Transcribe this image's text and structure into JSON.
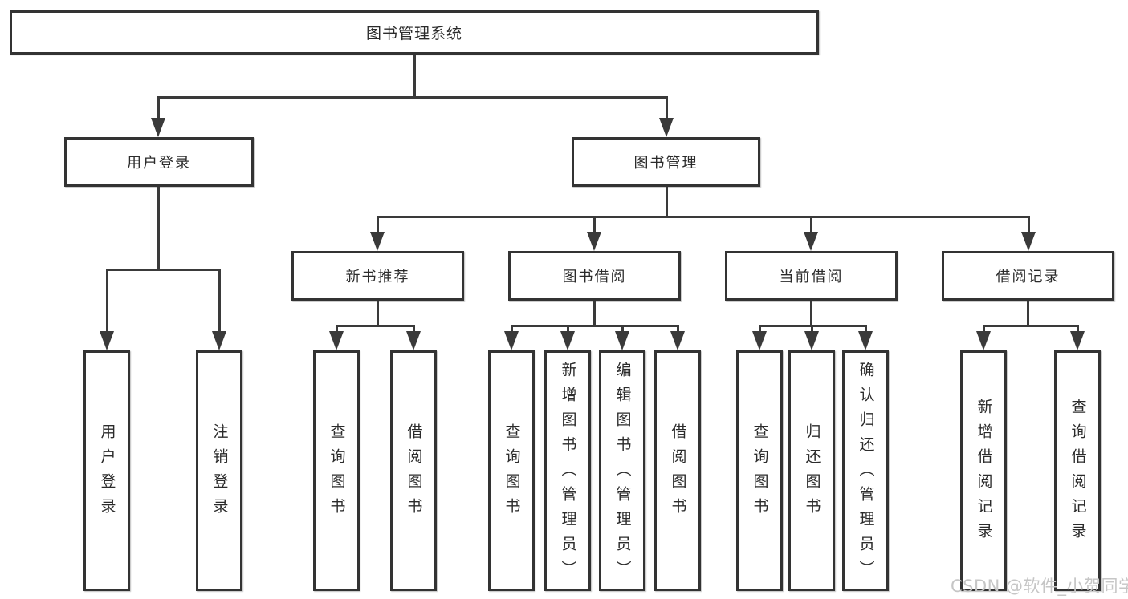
{
  "diagram": {
    "root": "图书管理系统",
    "branches": [
      {
        "label": "用户登录",
        "leaves": [
          "用户登录",
          "注销登录"
        ]
      },
      {
        "label": "图书管理",
        "groups": [
          {
            "label": "新书推荐",
            "leaves": [
              "查询图书",
              "借阅图书"
            ]
          },
          {
            "label": "图书借阅",
            "leaves": [
              "查询图书",
              "新增图书（管理员）",
              "编辑图书（管理员）",
              "借阅图书"
            ]
          },
          {
            "label": "当前借阅",
            "leaves": [
              "查询图书",
              "归还图书",
              "确认归还（管理员）"
            ]
          },
          {
            "label": "借阅记录",
            "leaves": [
              "新增借阅记录",
              "查询借阅记录"
            ]
          }
        ]
      }
    ]
  },
  "watermark": {
    "text": "CSDN @软件_小贺同学"
  },
  "colors": {
    "line": "#3a3a3a",
    "border": "#333333",
    "text": "#2b2b2b",
    "watermark": "#c6c6c6",
    "background": "#ffffff"
  }
}
